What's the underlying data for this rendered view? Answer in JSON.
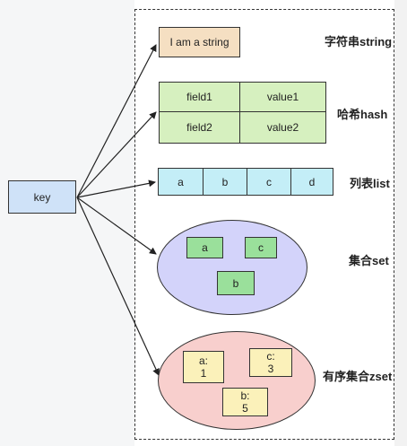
{
  "key": {
    "label": "key"
  },
  "string": {
    "title": "字符串string",
    "value": "I am a string"
  },
  "hash": {
    "title": "哈希hash",
    "rows": [
      {
        "field": "field1",
        "value": "value1"
      },
      {
        "field": "field2",
        "value": "value2"
      }
    ]
  },
  "list": {
    "title": "列表list",
    "items": [
      "a",
      "b",
      "c",
      "d"
    ]
  },
  "set": {
    "title": "集合set",
    "items": [
      "a",
      "c",
      "b"
    ]
  },
  "zset": {
    "title": "有序集合zset",
    "items": [
      {
        "member": "a:",
        "score": "1"
      },
      {
        "member": "c:",
        "score": "3"
      },
      {
        "member": "b:",
        "score": "5"
      }
    ]
  },
  "colors": {
    "key": "#cfe2f8",
    "string": "#f5dfc2",
    "hash": "#d6f0bf",
    "list": "#c4eef7",
    "set_ellipse": "#d3d3fa",
    "set_item": "#9ae09b",
    "zset_ellipse": "#f8cfcd",
    "zset_item": "#fbf1ba"
  }
}
